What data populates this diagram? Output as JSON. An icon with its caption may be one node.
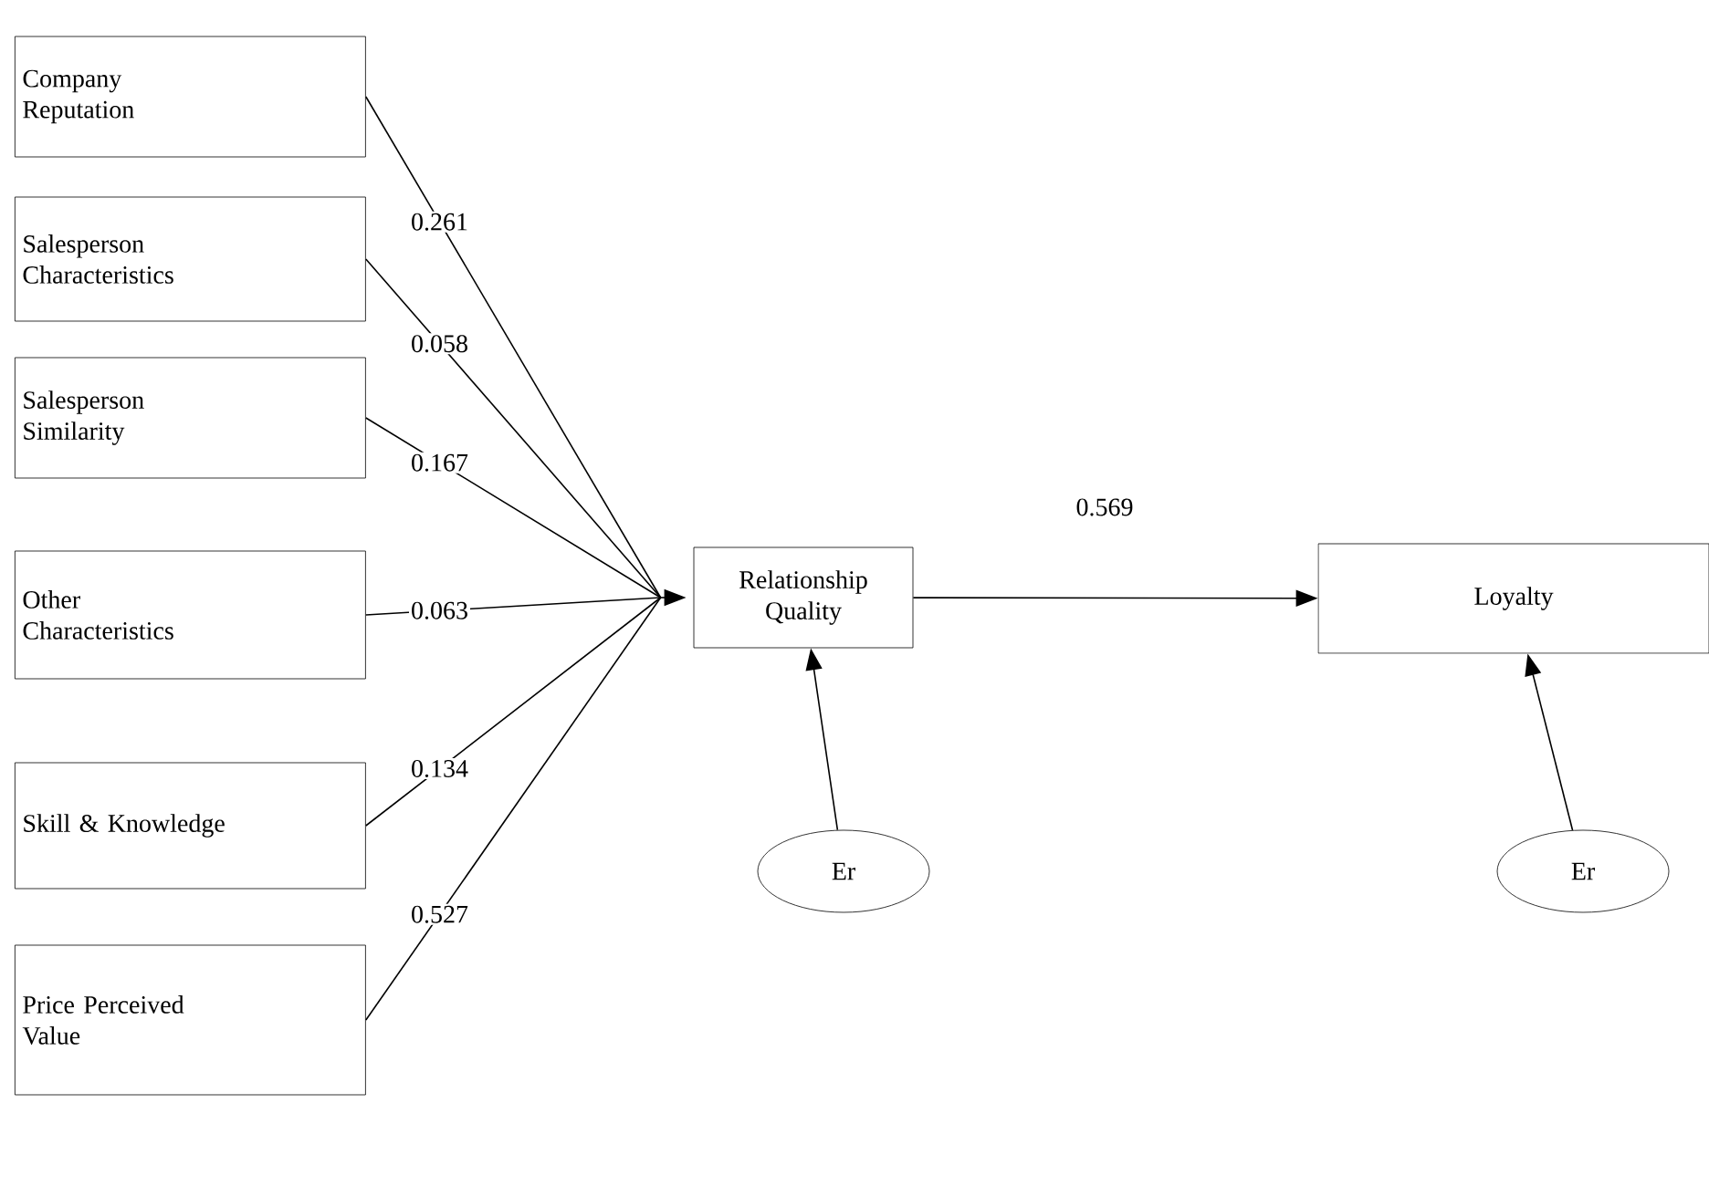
{
  "diagram": {
    "nodes": [
      {
        "text": [
          "Company Reputation"
        ]
      },
      {
        "text": [
          "Salesperson Characteristics"
        ]
      },
      {
        "text": [
          "Salesperson Similarity"
        ]
      },
      {
        "text": [
          "Other Characteristics"
        ]
      },
      {
        "text": [
          "Skill & Knowledge"
        ]
      },
      {
        "text": [
          "Price Perceived Value"
        ]
      },
      {
        "text": [
          "Relationship Quality"
        ]
      },
      {
        "text": [
          "Loyalty"
        ]
      },
      {
        "text": [
          "Er"
        ]
      },
      {
        "text": [
          "Er"
        ]
      }
    ],
    "edges": [
      {
        "from": 0,
        "to": 6,
        "arrow": "to",
        "label": "0.261"
      },
      {
        "from": 1,
        "to": 6,
        "arrow": "to",
        "label": "0.058"
      },
      {
        "from": 2,
        "to": 6,
        "arrow": "to",
        "label": "0.167"
      },
      {
        "from": 3,
        "to": 6,
        "arrow": "to",
        "label": "0.063"
      },
      {
        "from": 4,
        "to": 6,
        "arrow": "to",
        "label": "0.134"
      },
      {
        "from": 5,
        "to": 6,
        "arrow": "to",
        "label": "0.527"
      },
      {
        "from": 6,
        "to": 7,
        "arrow": "to",
        "label": "0.569"
      },
      {
        "from": 8,
        "to": 6,
        "arrow": "to"
      },
      {
        "from": 9,
        "to": 7,
        "arrow": "to"
      }
    ]
  }
}
